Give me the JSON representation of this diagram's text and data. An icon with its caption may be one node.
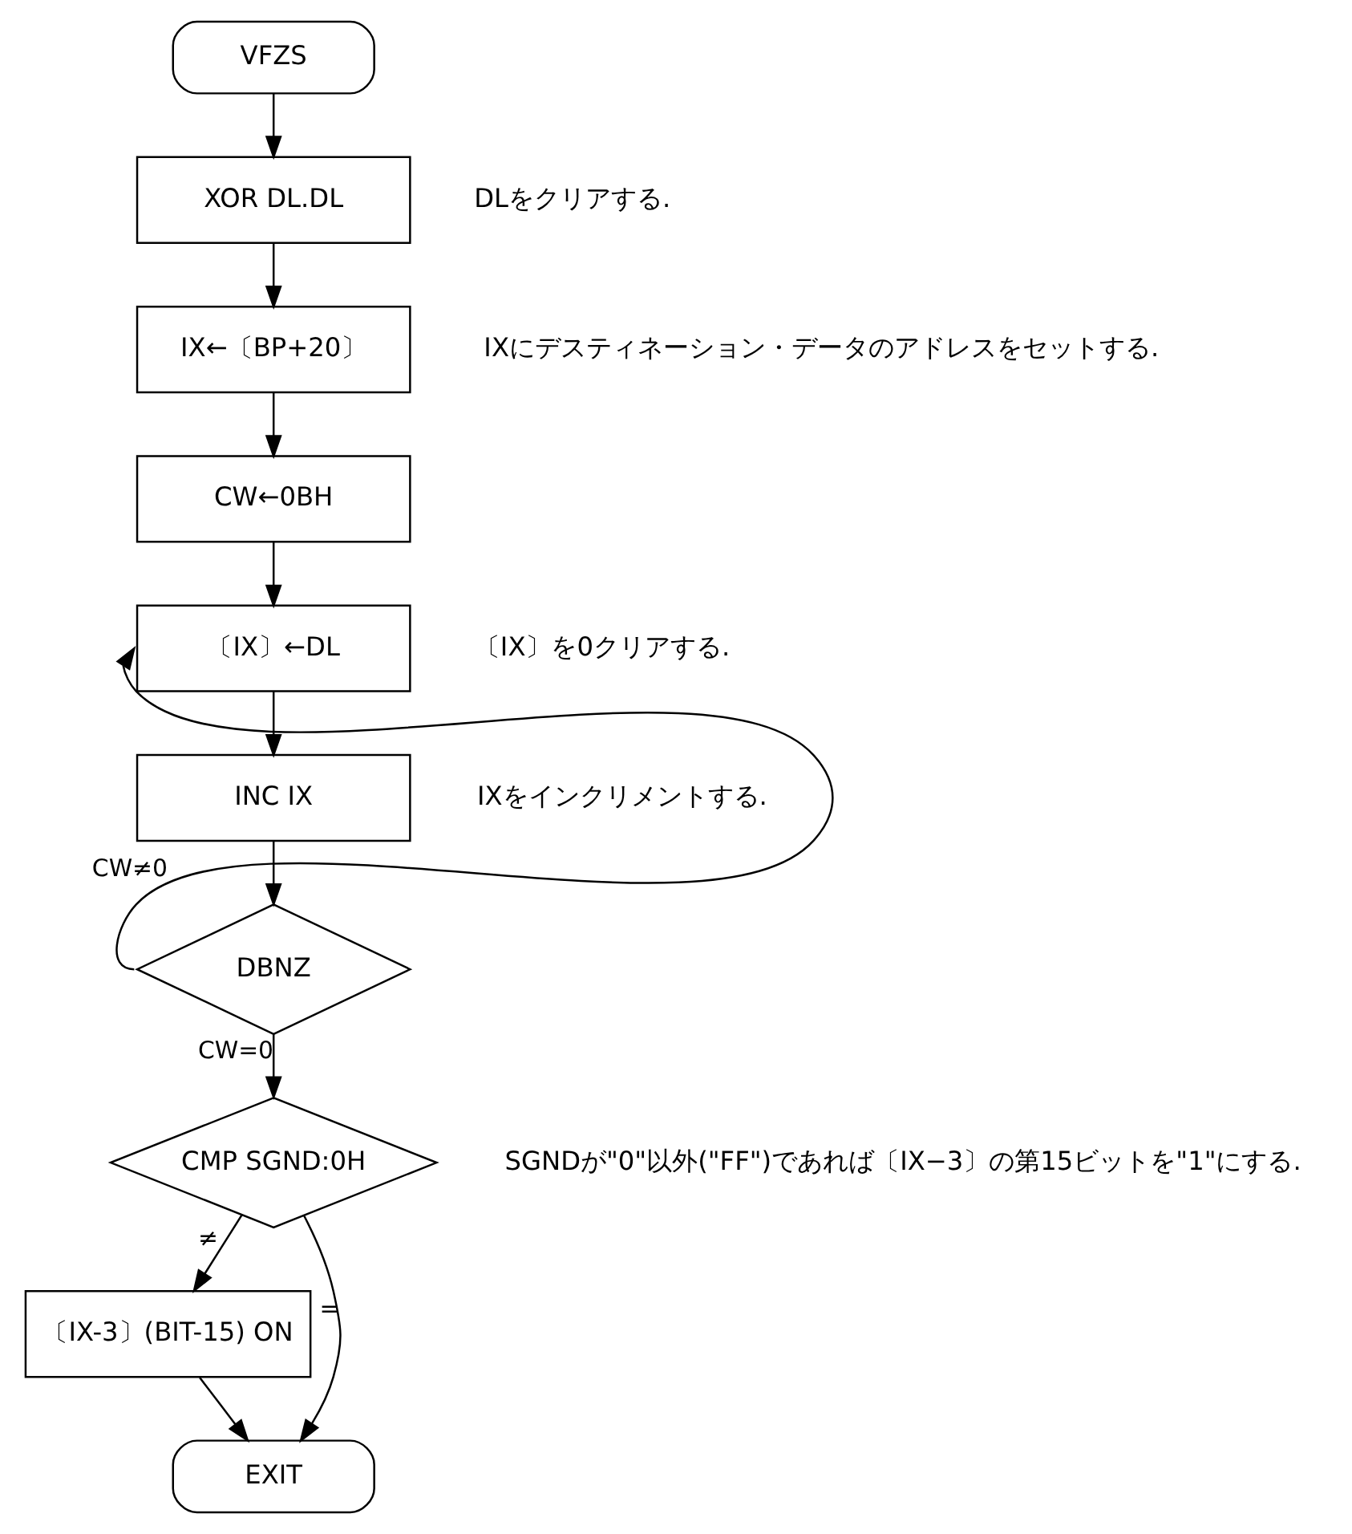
{
  "diagram": {
    "nodes": [
      {
        "text": [
          "VFZS"
        ]
      },
      {
        "text": [
          "XOR DL.DL"
        ],
        "beside": [
          "DLをクリアする."
        ]
      },
      {
        "text": [
          "IX←〔BP+20〕"
        ],
        "beside": [
          "IXにデスティネーション・データのアドレスをセットする."
        ]
      },
      {
        "text": [
          "CW←0BH"
        ]
      },
      {
        "text": [
          "〔IX〕←DL"
        ],
        "beside": [
          "〔IX〕を0クリアする."
        ]
      },
      {
        "text": [
          "INC IX"
        ],
        "beside": [
          "IXをインクリメントする."
        ]
      },
      {
        "text": [
          "DBNZ"
        ]
      },
      {
        "text": [
          "CMP SGND:0H"
        ],
        "beside": [
          "SGNDが\"0\"以外(\"FF\")であれば〔IX−3〕の第15ビットを\"1\"にする."
        ]
      },
      {
        "text": [
          "〔IX-3〕(BIT-15) ON"
        ]
      },
      {
        "text": [
          "EXIT"
        ]
      }
    ],
    "edges": [
      {
        "from": 0,
        "to": 1,
        "arrow": "to"
      },
      {
        "from": 1,
        "to": 2,
        "arrow": "to"
      },
      {
        "from": 2,
        "to": 3,
        "arrow": "to"
      },
      {
        "from": 3,
        "to": 4,
        "arrow": "to"
      },
      {
        "from": 4,
        "to": 5,
        "arrow": "to"
      },
      {
        "from": 5,
        "to": 6,
        "arrow": "to"
      },
      {
        "from": 6,
        "to": 4,
        "arrow": "to",
        "label": "CW≠0"
      },
      {
        "from": 6,
        "to": 7,
        "arrow": "to",
        "label": "CW=0"
      },
      {
        "from": 7,
        "to": 8,
        "arrow": "to",
        "label": "≠"
      },
      {
        "from": 7,
        "to": 9,
        "arrow": "to",
        "label": "="
      },
      {
        "from": 8,
        "to": 9,
        "arrow": "to"
      }
    ]
  }
}
